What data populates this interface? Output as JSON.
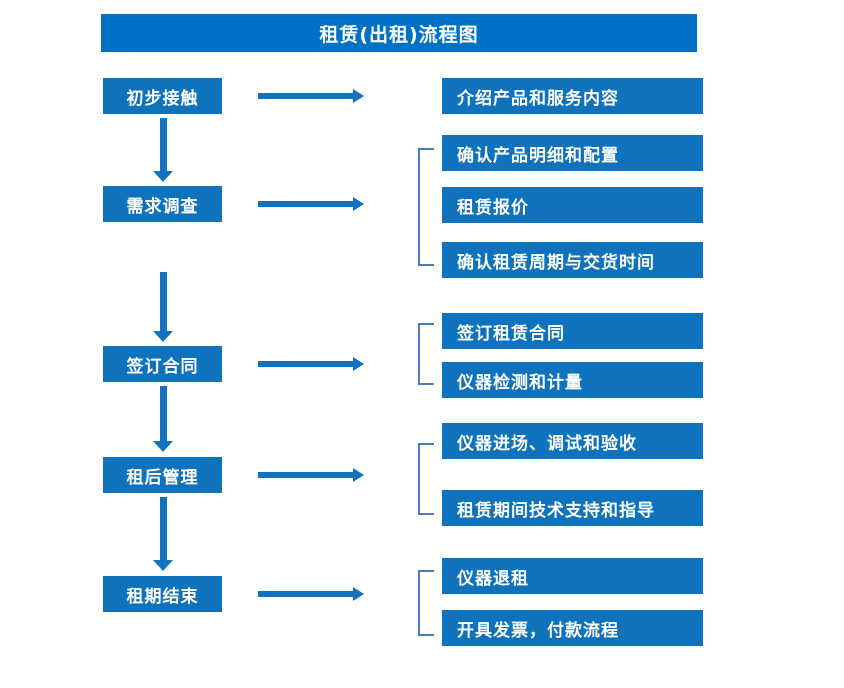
{
  "diagram": {
    "title": "租赁(出租)流程图",
    "colors": {
      "title_bar": "#0072c6",
      "node": "#0f72bd",
      "arrow": "#1272bd",
      "bracket": "#4a7ebb",
      "node_text": "#ffffff",
      "background": "#ffffff"
    },
    "stages": [
      {
        "id": "stage-1",
        "label": "初步接触",
        "details": [
          "介绍产品和服务内容"
        ],
        "has_bracket": false
      },
      {
        "id": "stage-2",
        "label": "需求调查",
        "details": [
          "确认产品明细和配置",
          "租赁报价",
          "确认租赁周期与交货时间"
        ],
        "has_bracket": true
      },
      {
        "id": "stage-3",
        "label": "签订合同",
        "details": [
          "签订租赁合同",
          "仪器检测和计量"
        ],
        "has_bracket": true
      },
      {
        "id": "stage-4",
        "label": "租后管理",
        "details": [
          "仪器进场、调试和验收",
          "租赁期间技术支持和指导"
        ],
        "has_bracket": true
      },
      {
        "id": "stage-5",
        "label": "租期结束",
        "details": [
          "仪器退租",
          "开具发票，付款流程"
        ],
        "has_bracket": true
      }
    ]
  }
}
